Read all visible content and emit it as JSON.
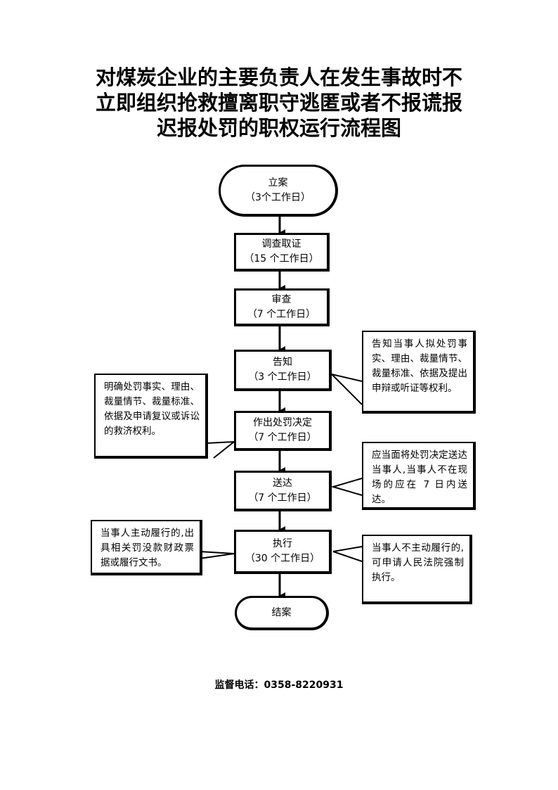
{
  "title": {
    "line1": "对煤炭企业的主要负责人在发生事故时不",
    "line2": "立即组织抢救擅离职守逃匿或者不报谎报",
    "line3": "迟报处罚的职权运行流程图"
  },
  "steps": {
    "s1": {
      "name": "立案",
      "days": "（3个工作日）"
    },
    "s2": {
      "name": "调查取证",
      "days": "（15 个工作日）"
    },
    "s3": {
      "name": "审查",
      "days": "（7 个工作日）"
    },
    "s4": {
      "name": "告知",
      "days": "（3 个工作日）"
    },
    "s5": {
      "name": "作出处罚决定",
      "days": "（7 个工作日）"
    },
    "s6": {
      "name": "送达",
      "days": "（7 个工作日）"
    },
    "s7": {
      "name": "执行",
      "days": "（30 个工作日）"
    },
    "s8": {
      "name": "结案"
    }
  },
  "notes": {
    "gaozhi": "告知当事人拟处罚事实、理由、裁量情节、裁量标准、依据及提出申辩或听证等权利。",
    "jueding": "明确处罚事实、理由、裁量情节、裁量标准、依据及申请复议或诉讼的救济权利。",
    "songda": "应当面将处罚决定送达当事人,当事人不在现场的应在 7 日内送达。",
    "zhixing_left": "当事人主动履行的,出具相关罚没款财政票据或履行文书。",
    "zhixing_right": "当事人不主动履行的,可申请人民法院强制执行。"
  },
  "footer": {
    "phone": "监督电话：0358-8220931"
  }
}
